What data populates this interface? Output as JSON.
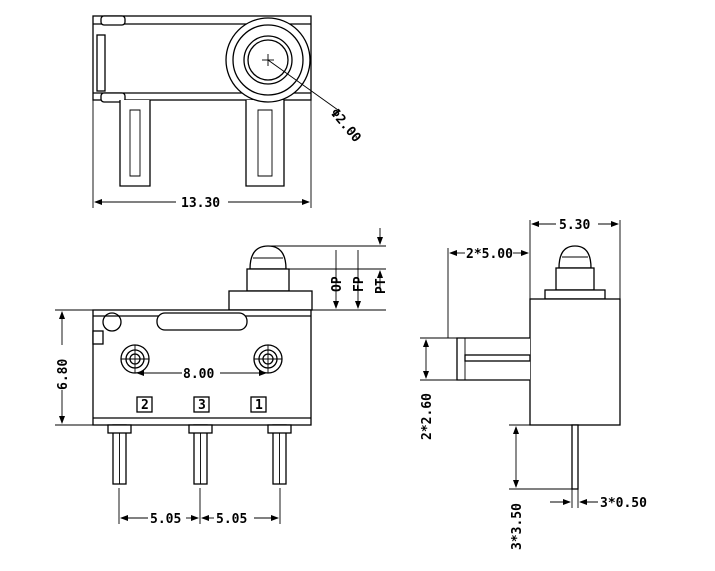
{
  "dimensions": {
    "top_width": "13.30",
    "diameter": "Φ2.00",
    "height": "6.80",
    "hole_spacing": "8.00",
    "pin_pitch_left": "5.05",
    "pin_pitch_right": "5.05",
    "side_width": "5.30",
    "side_offset": "2*5.00",
    "side_height": "2*2.60",
    "pin_length": "3*3.50",
    "pin_thickness": "3*0.50",
    "op_label": "OP",
    "fp_label": "FP",
    "pt_label": "PT"
  },
  "pins": [
    "2",
    "3",
    "1"
  ]
}
